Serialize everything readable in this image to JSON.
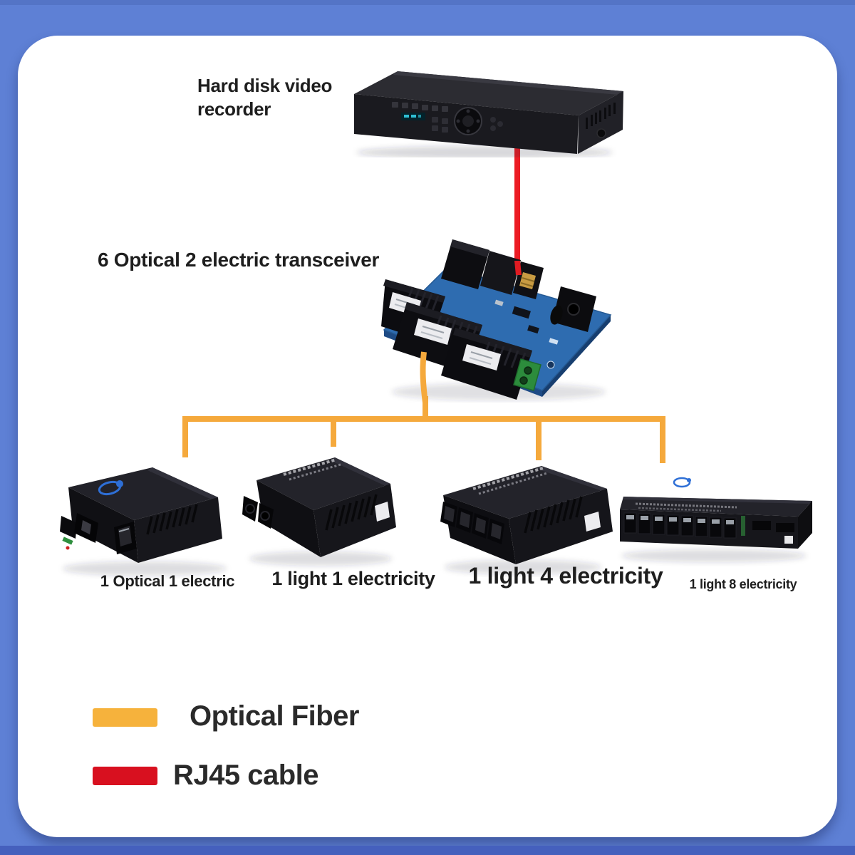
{
  "scene": {
    "dvr_label": "Hard disk video recorder",
    "transceiver_label": "6 Optical 2 electric transceiver"
  },
  "devices": [
    {
      "label": "1 Optical 1 electric"
    },
    {
      "label": "1 light 1 electricity"
    },
    {
      "label": "1 light 4 electricity"
    },
    {
      "label": "1 light 8 electricity"
    }
  ],
  "legend": {
    "items": [
      {
        "label": "Optical Fiber",
        "color": "#F6B23C"
      },
      {
        "label": "RJ45 cable",
        "color": "#D8101F"
      }
    ]
  },
  "connections": [
    {
      "from": "hard-disk-video-recorder",
      "to": "transceiver",
      "type": "RJ45 cable"
    },
    {
      "from": "transceiver",
      "to": "1 Optical 1 electric",
      "type": "Optical Fiber"
    },
    {
      "from": "transceiver",
      "to": "1 light 1 electricity",
      "type": "Optical Fiber"
    },
    {
      "from": "transceiver",
      "to": "1 light 4 electricity",
      "type": "Optical Fiber"
    },
    {
      "from": "transceiver",
      "to": "1 light 8 electricity",
      "type": "Optical Fiber"
    }
  ],
  "colors": {
    "background_blue": "#5E80D5",
    "card_white": "#FFFFFF",
    "optical_fiber_line": "#F5A93C",
    "rj45_line": "#EC1C24"
  }
}
